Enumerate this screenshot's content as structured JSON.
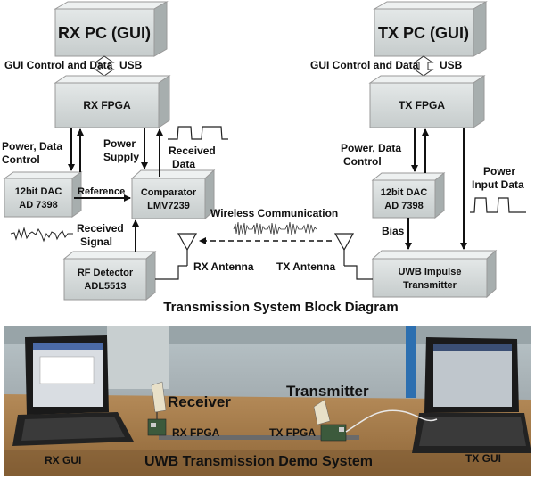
{
  "diagram": {
    "title": "Transmission System Block Diagram",
    "blocks": {
      "rx_pc": "RX PC (GUI)",
      "tx_pc": "TX PC (GUI)",
      "rx_fpga": "RX FPGA",
      "tx_fpga": "TX FPGA",
      "rx_dac": [
        "12bit DAC",
        "AD 7398"
      ],
      "tx_dac": [
        "12bit DAC",
        "AD 7398"
      ],
      "comparator": [
        "Comparator",
        "LMV7239"
      ],
      "rf_detector": [
        "RF Detector",
        "ADL5513"
      ],
      "uwb_tx": [
        "UWB Impulse",
        "Transmitter"
      ]
    },
    "labels": {
      "rx_gui_link": "GUI Control and Data",
      "rx_usb": "USB",
      "tx_gui_link": "GUI Control and Data",
      "tx_usb": "USB",
      "rx_power_data_control": [
        "Power, Data",
        "Control"
      ],
      "power_supply": [
        "Power",
        "Supply"
      ],
      "received_data": [
        "Received",
        "Data"
      ],
      "reference": "Reference",
      "received_signal": [
        "Received",
        "Signal"
      ],
      "wireless_communication": "Wireless Communication",
      "rx_antenna": "RX Antenna",
      "tx_antenna": "TX Antenna",
      "tx_power_data_control": [
        "Power, Data",
        "Control"
      ],
      "bias": "Bias",
      "power_input_data": [
        "Power",
        "Input Data"
      ]
    }
  },
  "photo": {
    "title": "UWB Transmission Demo System",
    "labels": {
      "receiver": "Receiver",
      "transmitter": "Transmitter",
      "rx_fpga": "RX FPGA",
      "tx_fpga": "TX FPGA",
      "rx_gui": "RX GUI",
      "tx_gui": "TX GUI"
    }
  }
}
